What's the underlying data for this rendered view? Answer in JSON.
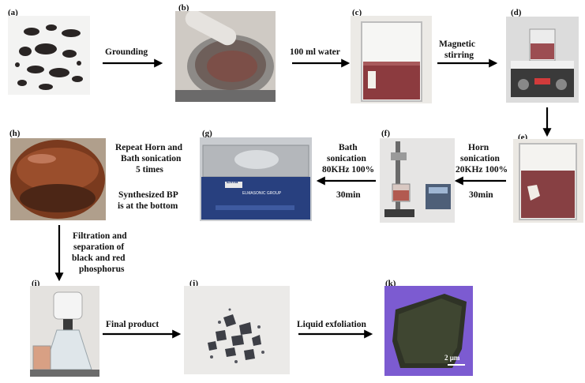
{
  "panels": {
    "a": {
      "label": "(a)"
    },
    "b": {
      "label": "(b)"
    },
    "c": {
      "label": "(c)"
    },
    "d": {
      "label": "(d)"
    },
    "e": {
      "label": "(e)"
    },
    "f": {
      "label": "(f)"
    },
    "g": {
      "label": "(g)"
    },
    "h": {
      "label": "(h)"
    },
    "i": {
      "label": "(i)"
    },
    "j": {
      "label": "(j)"
    },
    "k": {
      "label": "(k)"
    }
  },
  "steps": {
    "grounding": "Grounding",
    "water": "100 ml water",
    "magnetic": [
      "Magnetic",
      "stirring"
    ],
    "horn": [
      "Horn",
      "sonication",
      "20KHz 100%",
      "30min"
    ],
    "bath": [
      "Bath",
      "sonication",
      "80KHz 100%",
      "30min"
    ],
    "repeat": [
      "Repeat Horn and",
      "Bath sonication",
      "5 times"
    ],
    "synth": [
      "Synthesized BP",
      "is at the bottom"
    ],
    "filtration": [
      "Filtration and",
      "separation of",
      "black and red",
      "phosphorus"
    ],
    "final": "Final product",
    "liquid": "Liquid exfoliation"
  },
  "photo_text": {
    "scale_bar": "2 μm",
    "brand": "Elma",
    "sonicator_group": "ELMASONIC GROUP"
  },
  "colors": {
    "arrow": "#000000",
    "liquid_red": "#8c3b3f",
    "flask_brown": "#7a3a1e",
    "microscope_purple": "#7c5bd1"
  }
}
